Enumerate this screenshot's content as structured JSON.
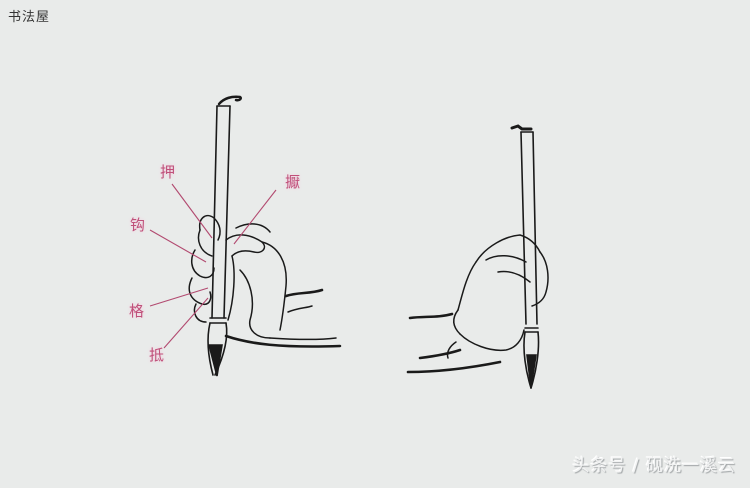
{
  "header": {
    "site_title": "书法屋"
  },
  "diagram": {
    "subject": "brush-holding technique (五字执笔法)",
    "left_figure": {
      "labels": [
        {
          "id": "ya",
          "text": "押"
        },
        {
          "id": "ye",
          "text": "擫"
        },
        {
          "id": "gou",
          "text": "钩"
        },
        {
          "id": "ge",
          "text": "格"
        },
        {
          "id": "di",
          "text": "抵"
        }
      ],
      "label_color": "#c0507a"
    },
    "right_figure": {
      "labels": []
    }
  },
  "watermark": {
    "text": "头条号 / 砚洗一溪云"
  },
  "colors": {
    "background": "#e9ebea",
    "line": "#1a1a1a",
    "label": "#c0507a",
    "leader": "#b24a70"
  }
}
